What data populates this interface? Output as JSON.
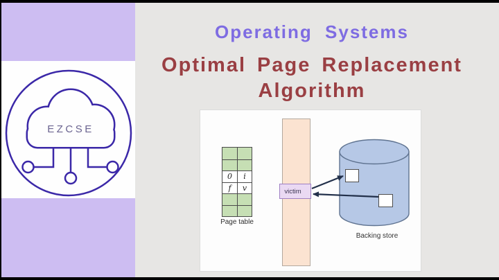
{
  "slide": {
    "course_title": "Operating Systems",
    "topic_title_line1": "Optimal Page Replacement",
    "topic_title_line2": "Algorithm"
  },
  "logo": {
    "text": "EZCSE"
  },
  "diagram": {
    "page_table": {
      "label": "Page table",
      "rows": [
        {
          "fill": "green",
          "cells": [
            "",
            ""
          ]
        },
        {
          "fill": "green",
          "cells": [
            "",
            ""
          ]
        },
        {
          "fill": "white",
          "cells": [
            "0",
            "i"
          ]
        },
        {
          "fill": "white",
          "cells": [
            "f",
            "v"
          ]
        },
        {
          "fill": "green",
          "cells": [
            "",
            ""
          ]
        },
        {
          "fill": "green",
          "cells": [
            "",
            ""
          ]
        }
      ]
    },
    "physical_memory": {
      "victim_label": "victim"
    },
    "backing_store": {
      "label": "Backing store",
      "page_slots": 2
    },
    "arrows": [
      {
        "from": "victim-frame",
        "to": "backing-store-slot-1"
      },
      {
        "from": "backing-store-slot-2",
        "to": "victim-frame"
      }
    ]
  },
  "colors": {
    "bg": "#e7e6e4",
    "band": "#cdbdf2",
    "course": "#7e6ce2",
    "title": "#9a3f43",
    "logo": "#3b28a8",
    "logo-text": "#6b6490",
    "green": "#c6dfb4",
    "peach": "#fbe3d1",
    "victim-bg": "#ead9f3",
    "victim-border": "#9f7fc4",
    "cylinder": "#b6c8e6",
    "cylinder-border": "#5f7390",
    "arrow": "#22304a"
  }
}
